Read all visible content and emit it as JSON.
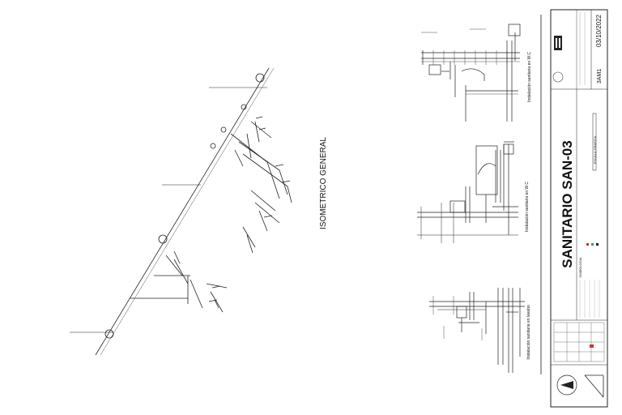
{
  "sheet": {
    "title": "SANITARIO SAN-03",
    "isometric_title": "ISOMETRICO GENERAL",
    "view_wc_1": "Instalación sanitaria en W.C",
    "view_wc_2": "Instalación sanitaria en W.C",
    "view_lavabo": "Instalación sanitaria en lavabo"
  },
  "title_block": {
    "date": "03/10/2022",
    "sheet_number": "3AM1",
    "simbologia_label": "SIMBOLOGIA",
    "scale_label": "ESCALA GRAFICA"
  },
  "colors": {
    "line": "#222222",
    "paper": "#ffffff",
    "symbol_red": "#cc3333",
    "symbol_green": "#33aa55"
  }
}
